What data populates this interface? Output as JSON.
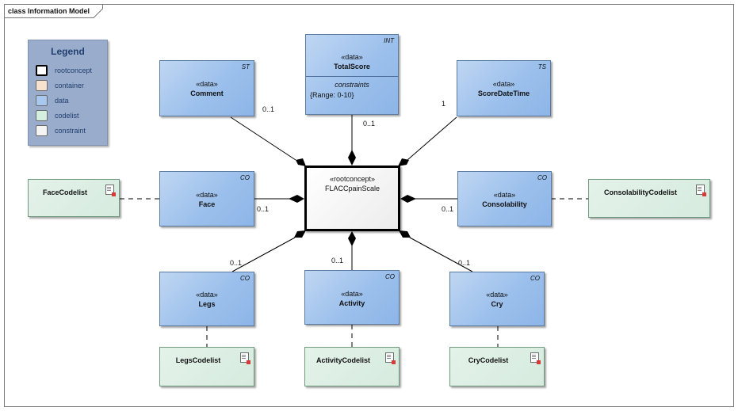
{
  "diagram": {
    "title": "class Information Model",
    "legend": {
      "title": "Legend",
      "items": [
        {
          "label": "rootconcept",
          "color": "#ffffff"
        },
        {
          "label": "container",
          "color": "#f7e2cf"
        },
        {
          "label": "data",
          "color": "#a8c8f0"
        },
        {
          "label": "codelist",
          "color": "#d4efdf"
        },
        {
          "label": "constraint",
          "color": "#f4f4f4"
        }
      ]
    },
    "root": {
      "stereotype": "«rootconcept»",
      "name": "FLACCpainScale"
    },
    "nodes": {
      "comment": {
        "stereotype": "«data»",
        "name": "Comment",
        "tag": "ST",
        "mult": "0..1"
      },
      "totalscore": {
        "stereotype": "«data»",
        "name": "TotalScore",
        "tag": "INT",
        "section": "constraints",
        "constraint": "{Range: 0-10}",
        "mult": "0..1"
      },
      "scoredatetime": {
        "stereotype": "«data»",
        "name": "ScoreDateTime",
        "tag": "TS",
        "mult": "1"
      },
      "face": {
        "stereotype": "«data»",
        "name": "Face",
        "tag": "CO",
        "mult": "0..1"
      },
      "consolability": {
        "stereotype": "«data»",
        "name": "Consolability",
        "tag": "CO",
        "mult": "0..1"
      },
      "legs": {
        "stereotype": "«data»",
        "name": "Legs",
        "tag": "CO",
        "mult": "0..1"
      },
      "activity": {
        "stereotype": "«data»",
        "name": "Activity",
        "tag": "CO",
        "mult": "0..1"
      },
      "cry": {
        "stereotype": "«data»",
        "name": "Cry",
        "tag": "CO",
        "mult": "0..1"
      }
    },
    "codelists": {
      "face": "FaceCodelist",
      "consolability": "ConsolabilityCodelist",
      "legs": "LegsCodelist",
      "activity": "ActivityCodelist",
      "cry": "CryCodelist"
    }
  }
}
